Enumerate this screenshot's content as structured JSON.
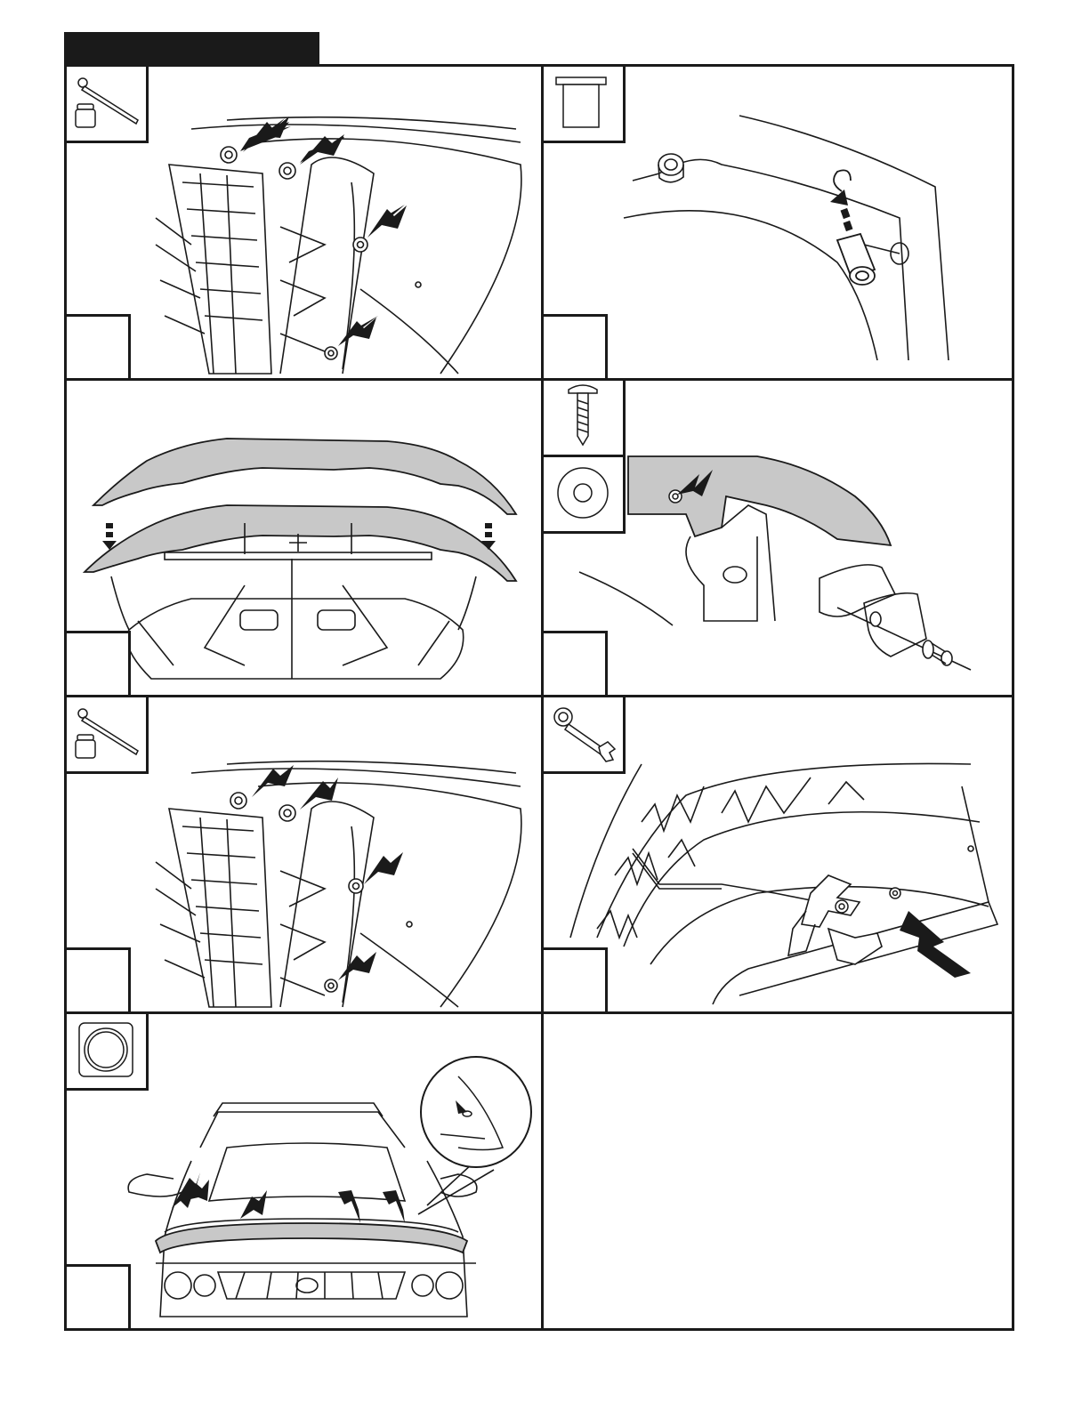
{
  "page": {
    "colors": {
      "ink": "#1a1a1a",
      "paper": "#ffffff",
      "shade": "#c8c8c8"
    }
  },
  "panels": [
    {
      "id": "step-1",
      "tool_icons": [
        "socket-wrench-icon"
      ],
      "content": "hood-underside-nuts"
    },
    {
      "id": "step-2",
      "tool_icons": [
        "bumper-bushing-icon"
      ],
      "content": "bushing-insert"
    },
    {
      "id": "step-3",
      "tool_icons": [],
      "content": "shield-placement"
    },
    {
      "id": "step-4",
      "tool_icons": [
        "screw-icon",
        "washer-icon"
      ],
      "content": "screw-fastening"
    },
    {
      "id": "step-5",
      "tool_icons": [
        "socket-wrench-icon"
      ],
      "content": "hood-underside-nuts-tighten"
    },
    {
      "id": "step-6",
      "tool_icons": [
        "open-end-wrench-icon"
      ],
      "content": "hood-latch"
    },
    {
      "id": "step-7",
      "tool_icons": [
        "bumper-pad-icon"
      ],
      "content": "vehicle-front-view"
    },
    {
      "id": "empty-panel",
      "tool_icons": [],
      "content": ""
    }
  ]
}
